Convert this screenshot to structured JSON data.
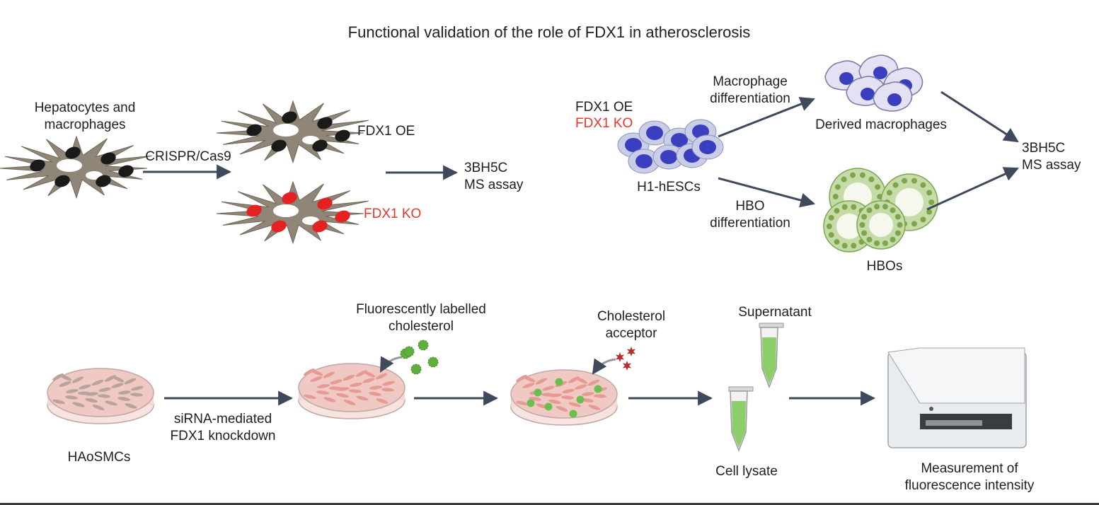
{
  "title": "Functional validation of the role of FDX1 in atherosclerosis",
  "top_left": {
    "source_cells": "Hepatocytes and\nmacrophages",
    "method": "CRISPR/Cas9",
    "oe_label": "FDX1 OE",
    "ko_label": "FDX1 KO",
    "assay": "3BH5C\nMS assay"
  },
  "top_right": {
    "oe_label": "FDX1 OE",
    "ko_label": "FDX1 KO",
    "stem_cells": "H1-hESCs",
    "macrophage_step": "Macrophage\ndifferentiation",
    "macrophage_result": "Derived macrophages",
    "hbo_step": "HBO\ndifferentiation",
    "hbo_result": "HBOs",
    "assay": "3BH5C\nMS assay"
  },
  "bottom": {
    "cells": "HAoSMCs",
    "knockdown": "siRNA-mediated\nFDX1 knockdown",
    "labelled_cholesterol": "Fluorescently labelled\ncholesterol",
    "acceptor": "Cholesterol\nacceptor",
    "supernatant": "Supernatant",
    "lysate": "Cell lysate",
    "measurement": "Measurement of\nfluorescence intensity"
  },
  "colors": {
    "arrow": "#3e4a5c",
    "cell_body": "#8f8677",
    "nucleus_oe": "#1a1a1a",
    "nucleus_ko": "#e52222",
    "ko_text": "#e8352b",
    "stem_nucleus": "#3a3fbf",
    "organoid": "#7da64c",
    "dish_medium": "#f1c9c4",
    "tube_liquid": "#8ccf6a",
    "acceptor_star": "#b3302d"
  }
}
